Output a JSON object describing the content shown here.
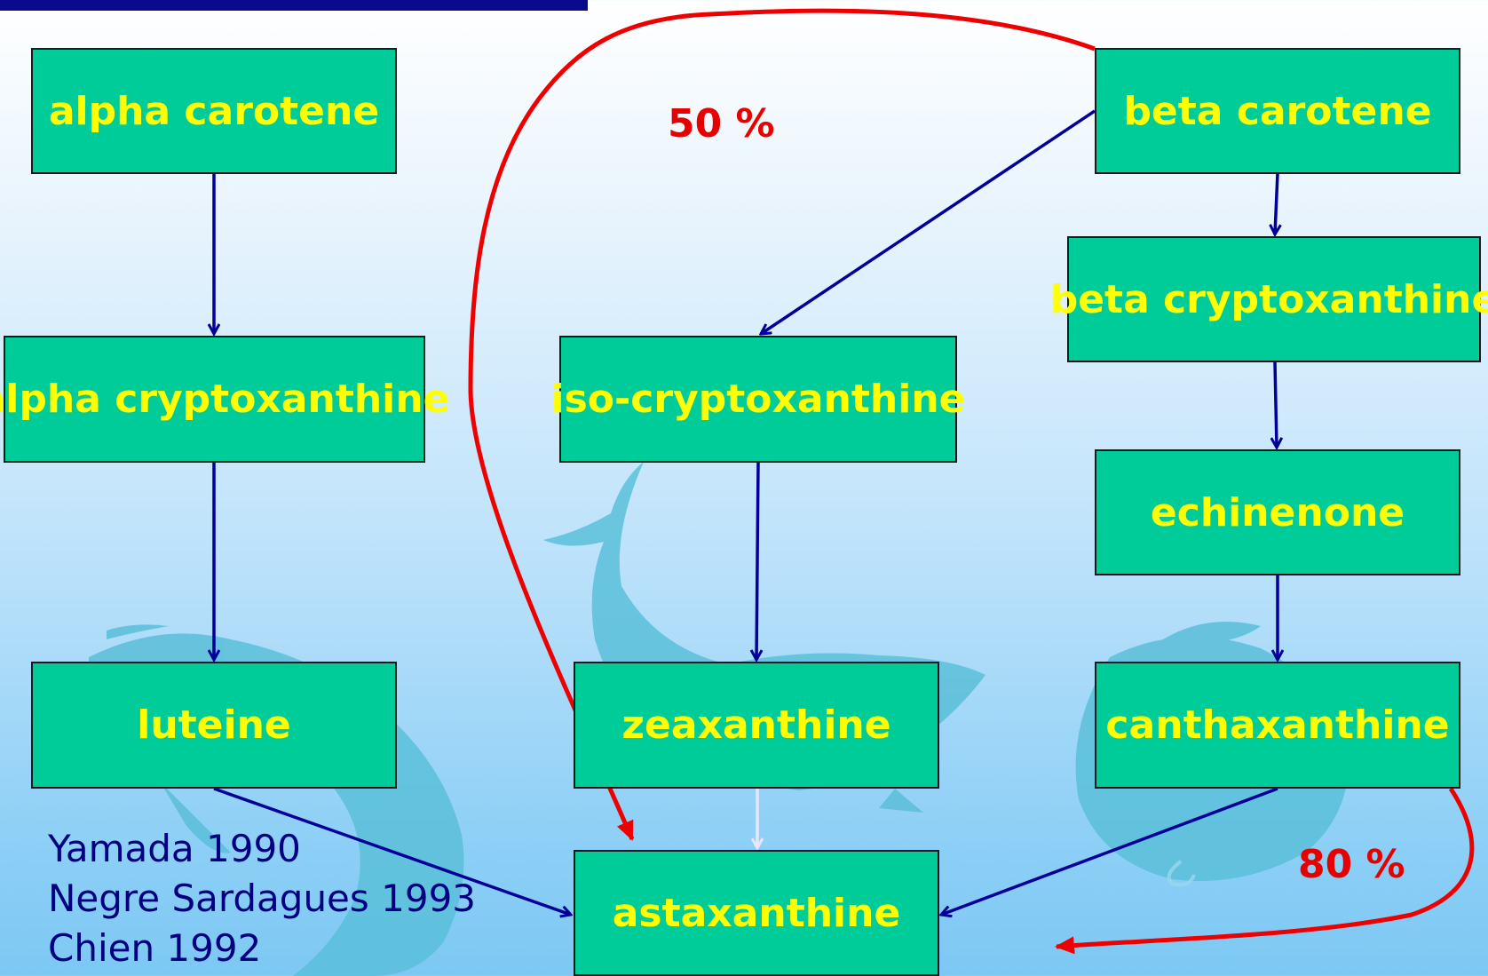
{
  "nodes": {
    "alpha_carotene": "alpha carotene",
    "alpha_cryptoxanthine": "alpha cryptoxanthine",
    "luteine": "luteine",
    "iso_cryptoxanthine": "iso-cryptoxanthine",
    "zeaxanthine": "zeaxanthine",
    "astaxanthine": "astaxanthine",
    "beta_carotene": "beta carotene",
    "beta_cryptoxanthine": "beta cryptoxanthine",
    "echinenone": "echinenone",
    "canthaxanthine": "canthaxanthine"
  },
  "percentages": {
    "beta_to_astaxanthine": "50 %",
    "canthaxanthine_out": "80 %"
  },
  "references": [
    "Yamada 1990",
    "Negre Sardagues 1993",
    "Chien 1992"
  ],
  "colors": {
    "node_fill": "#00cc99",
    "node_text": "#ffff00",
    "arrow": "#000099",
    "highlight_arrow": "#ee0000",
    "faint_arrow": "#e6e6ff",
    "reference_text": "#000080"
  },
  "background_images": [
    "shrimp-silhouette",
    "fish-silhouette",
    "krill-silhouette"
  ]
}
